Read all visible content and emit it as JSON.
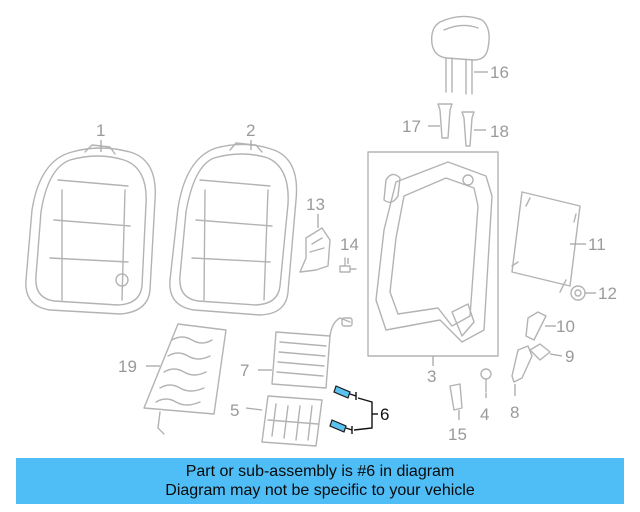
{
  "diagram": {
    "callouts": {
      "c1": "1",
      "c2": "2",
      "c3": "3",
      "c4": "4",
      "c5": "5",
      "c6": "6",
      "c7": "7",
      "c8": "8",
      "c9": "9",
      "c10": "10",
      "c11": "11",
      "c12": "12",
      "c13": "13",
      "c14": "14",
      "c15": "15",
      "c16": "16",
      "c17": "17",
      "c18": "18",
      "c19": "19"
    },
    "highlighted_part": "6",
    "highlight_color": "#5bc1f0"
  },
  "banner": {
    "line1": "Part or sub-assembly is #6 in diagram",
    "line2": "Diagram may not be specific to your vehicle",
    "background": "#4fbdf6"
  }
}
